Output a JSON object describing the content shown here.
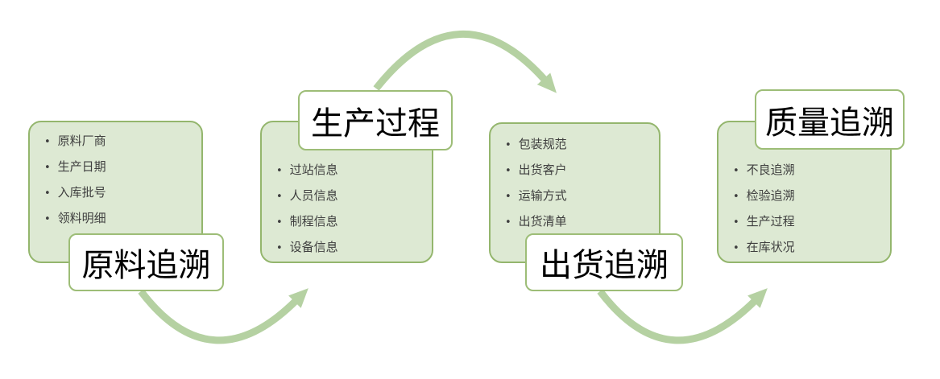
{
  "diagram": {
    "groups": [
      {
        "label": "原料追溯",
        "label_position": "bottom",
        "items": [
          "原料厂商",
          "生产日期",
          "入库批号",
          "领料明细"
        ]
      },
      {
        "label": "生产过程",
        "label_position": "top",
        "items": [
          "过站信息",
          "人员信息",
          "制程信息",
          "设备信息"
        ]
      },
      {
        "label": "出货追溯",
        "label_position": "bottom",
        "items": [
          "包装规范",
          "出货客户",
          "运输方式",
          "出货清单"
        ]
      },
      {
        "label": "质量追溯",
        "label_position": "top",
        "items": [
          "不良追溯",
          "检验追溯",
          "生产过程",
          "在库状况"
        ]
      }
    ],
    "arrows": [
      {
        "icon": "curved-arrow-icon",
        "between": "原料追溯 → 生产过程",
        "curve": "down"
      },
      {
        "icon": "curved-arrow-icon",
        "between": "生产过程 → 出货追溯",
        "curve": "up"
      },
      {
        "icon": "curved-arrow-icon",
        "between": "出货追溯 → 质量追溯",
        "curve": "down"
      }
    ],
    "colors": {
      "box_fill": "#dde9d3",
      "box_border": "#94b66d",
      "label_fill": "#ffffff",
      "label_border": "#9dbd77",
      "arrow": "#b5d1a2",
      "bullet_text": "#3f3f3f",
      "label_text": "#000000"
    }
  }
}
